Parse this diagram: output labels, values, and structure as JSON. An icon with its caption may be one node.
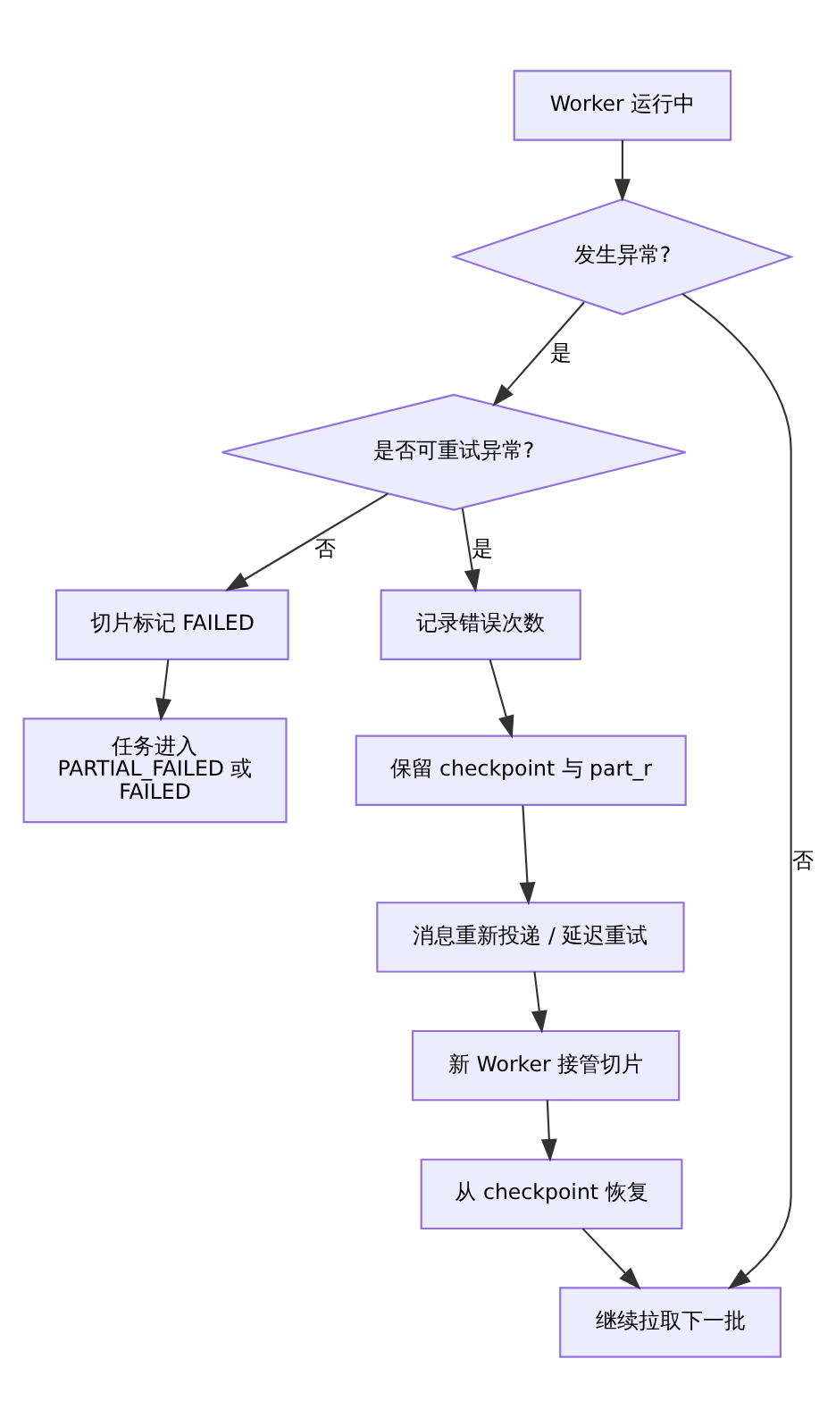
{
  "diagram": {
    "nodes": [
      {
        "text": [
          "Worker 运行中"
        ]
      },
      {
        "text": [
          "发生异常?"
        ]
      },
      {
        "text": [
          "是否可重试异常?"
        ]
      },
      {
        "text": [
          "切片标记 FAILED"
        ]
      },
      {
        "text": [
          "任务进入 PARTIAL_FAILED 或 FAILED"
        ]
      },
      {
        "text": [
          "记录错误次数"
        ]
      },
      {
        "text": [
          "保留 checkpoint 与 part_r"
        ]
      },
      {
        "text": [
          "消息重新投递 / 延迟重试"
        ]
      },
      {
        "text": [
          "新 Worker 接管切片"
        ]
      },
      {
        "text": [
          "从 checkpoint 恢复"
        ]
      },
      {
        "text": [
          "继续拉取下一批"
        ]
      }
    ],
    "edges": [
      {
        "from": 0,
        "to": 1,
        "arrow": "to"
      },
      {
        "from": 1,
        "to": 2,
        "arrow": "to",
        "label": "是"
      },
      {
        "from": 1,
        "to": 10,
        "arrow": "to",
        "label": "否"
      },
      {
        "from": 2,
        "to": 3,
        "arrow": "to",
        "label": "否"
      },
      {
        "from": 2,
        "to": 5,
        "arrow": "to",
        "label": "是"
      },
      {
        "from": 3,
        "to": 4,
        "arrow": "to"
      },
      {
        "from": 5,
        "to": 6,
        "arrow": "to"
      },
      {
        "from": 6,
        "to": 7,
        "arrow": "to"
      },
      {
        "from": 7,
        "to": 8,
        "arrow": "to"
      },
      {
        "from": 8,
        "to": 9,
        "arrow": "to"
      },
      {
        "from": 9,
        "to": 10,
        "arrow": "to"
      }
    ]
  }
}
